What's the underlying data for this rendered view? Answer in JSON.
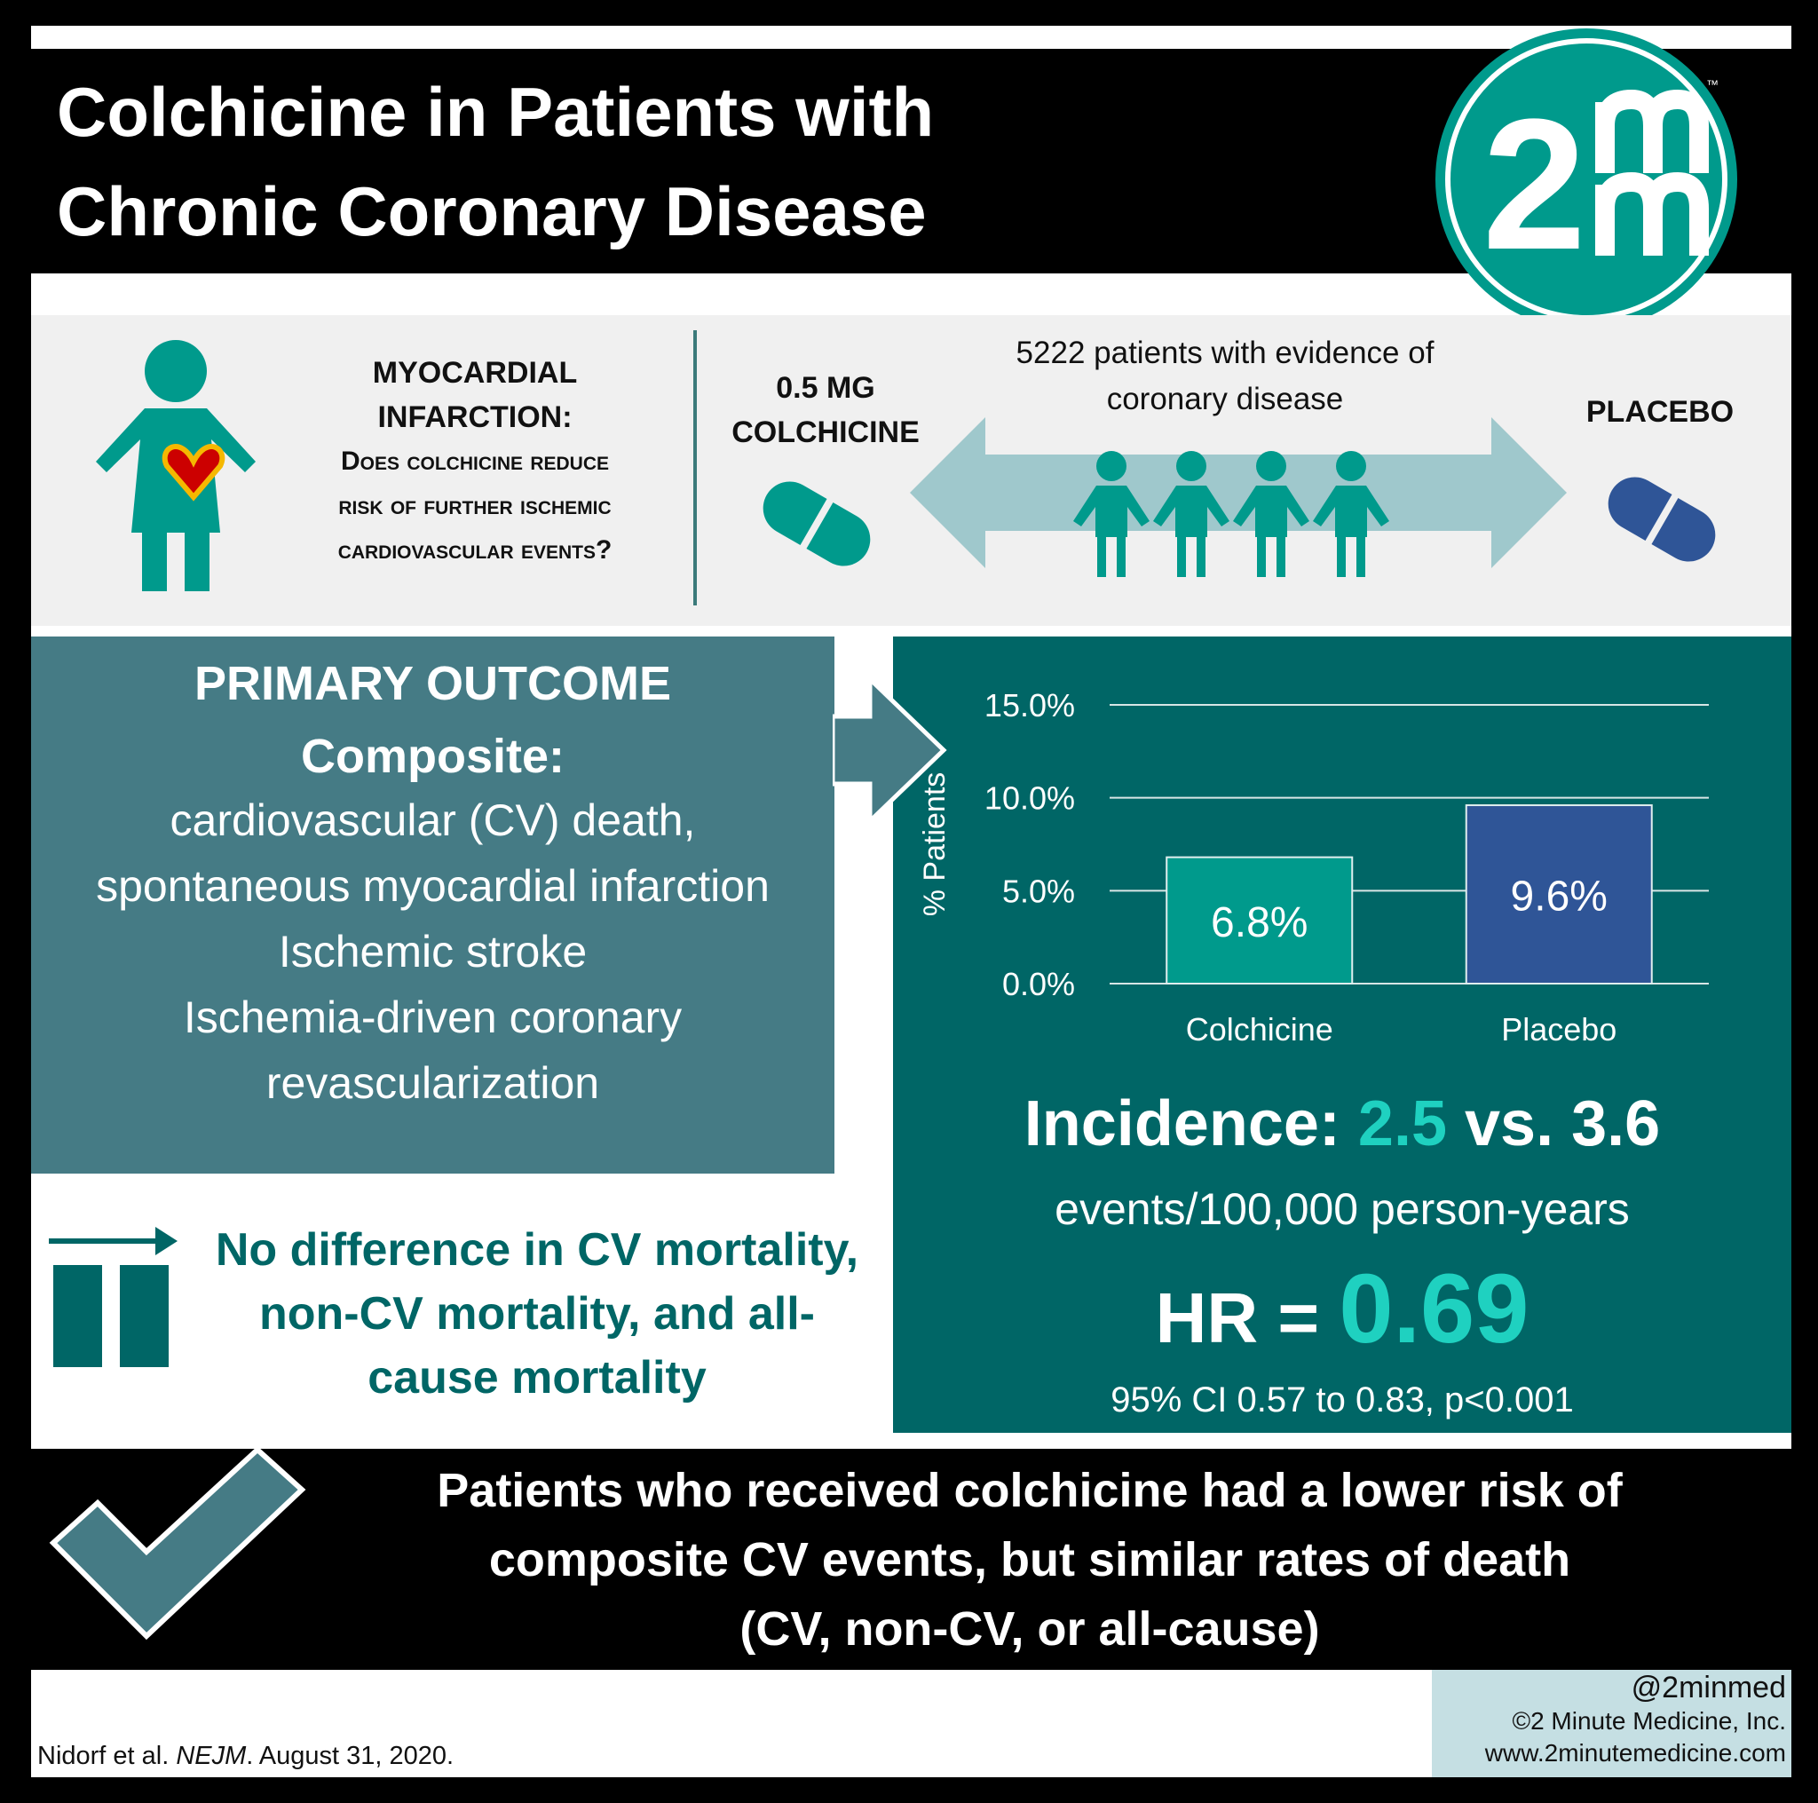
{
  "header": {
    "title_line1": "Colchicine in Patients with",
    "title_line2": "Chronic Coronary Disease",
    "logo_text": "2m m",
    "logo_tm": "™"
  },
  "intro": {
    "heading_line1": "MYOCARDIAL",
    "heading_line2": "INFARCTION:",
    "question_line1": "Does colchicine reduce",
    "question_line2": "risk of further ischemic",
    "question_line3": "cardiovascular events?"
  },
  "design": {
    "arm1_line1": "0.5 MG",
    "arm1_line2": "COLCHICINE",
    "population_line1": "5222 patients with evidence of",
    "population_line2": "coronary disease",
    "arm2": "PLACEBO"
  },
  "outcome": {
    "title": "PRIMARY OUTCOME",
    "subtitle": "Composite:",
    "items": [
      "cardiovascular (CV) death,",
      "spontaneous myocardial infarction",
      "Ischemic stroke",
      "Ischemia-driven coronary",
      "revascularization"
    ]
  },
  "secondary": {
    "line1": "No difference in CV mortality,",
    "line2": "non-CV mortality, and all-",
    "line3": "cause mortality"
  },
  "chart_data": {
    "type": "bar",
    "categories": [
      "Colchicine",
      "Placebo"
    ],
    "values": [
      6.8,
      9.6
    ],
    "data_labels": [
      "6.8%",
      "9.6%"
    ],
    "ylabel": "% Patients",
    "ylim": [
      0,
      15
    ],
    "yticks": [
      "0.0%",
      "5.0%",
      "10.0%",
      "15.0%"
    ],
    "grid": true,
    "colors": [
      "#009a8c",
      "#2f5597"
    ]
  },
  "results": {
    "incidence_label": "Incidence:",
    "incidence_colchicine": "2.5",
    "incidence_vs": "vs.",
    "incidence_placebo": "3.6",
    "incidence_unit": "events/100,000 person-years",
    "hr_label": "HR =",
    "hr_value": "0.69",
    "ci": "95% CI  0.57 to 0.83, p<0.001"
  },
  "conclusion": {
    "line1": "Patients who received colchicine had a lower risk of",
    "line2": "composite CV events, but similar rates of death",
    "line3": "(CV, non-CV, or all-cause)"
  },
  "footer": {
    "citation_prefix": "Nidorf et al. ",
    "citation_journal": "NEJM",
    "citation_suffix": ". August 31, 2020.",
    "handle": "@2minmed",
    "copyright": "©2 Minute Medicine, Inc.",
    "website": "www.2minutemedicine.com"
  },
  "colors": {
    "teal": "#009a8c",
    "dark_teal": "#006666",
    "slate": "#457b85",
    "blue": "#2f5597",
    "arrow": "#9fc8cc"
  }
}
